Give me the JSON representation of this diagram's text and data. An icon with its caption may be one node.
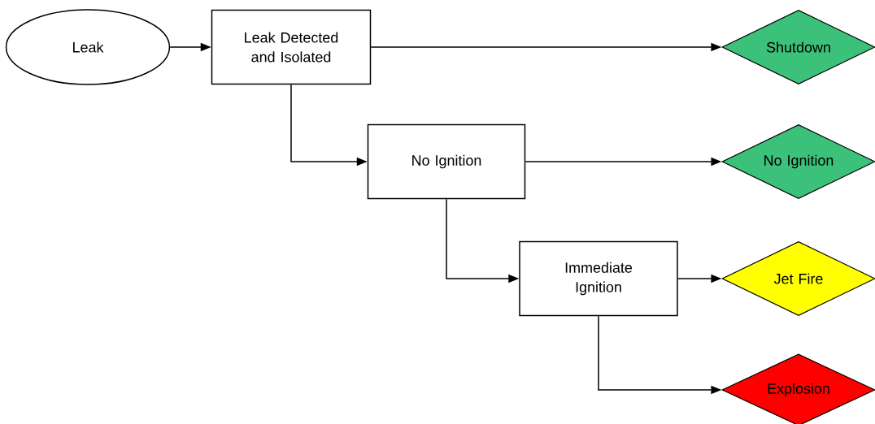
{
  "diagram": {
    "nodes": [
      {
        "text": [
          "Leak"
        ]
      },
      {
        "text": [
          "Leak Detected and Isolated"
        ]
      },
      {
        "text": [
          "Shutdown"
        ]
      },
      {
        "text": [
          "No Ignition"
        ]
      },
      {
        "text": [
          "No Ignition"
        ]
      },
      {
        "text": [
          "Immediate Ignition"
        ]
      },
      {
        "text": [
          "Jet Fire"
        ]
      },
      {
        "text": [
          "Explosion"
        ]
      }
    ],
    "edges": [
      {
        "from": 0,
        "to": 1,
        "arrow": "to"
      },
      {
        "from": 1,
        "to": 2,
        "arrow": "to"
      },
      {
        "from": 1,
        "to": 3,
        "arrow": "to"
      },
      {
        "from": 3,
        "to": 4,
        "arrow": "to"
      },
      {
        "from": 3,
        "to": 5,
        "arrow": "to"
      },
      {
        "from": 5,
        "to": 6,
        "arrow": "to"
      },
      {
        "from": 5,
        "to": 7,
        "arrow": "to"
      }
    ]
  }
}
